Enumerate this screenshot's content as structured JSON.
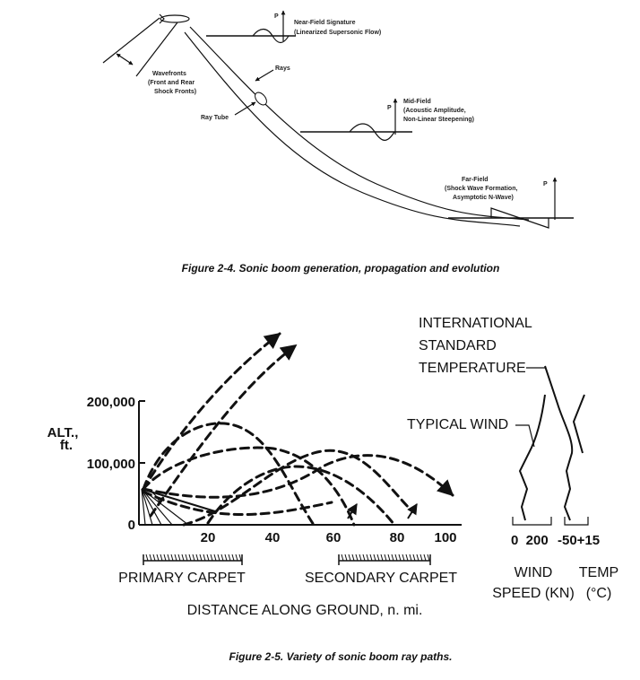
{
  "figure1": {
    "near_field": {
      "p": "P",
      "line1": "Near-Field Signature",
      "line2": "(Linearized Supersonic Flow)"
    },
    "wavefronts": {
      "line1": "Wavefronts",
      "line2": "(Front and Rear",
      "line3": "Shock Fronts)"
    },
    "rays": "Rays",
    "ray_tube": "Ray Tube",
    "mid_field": {
      "p": "P",
      "line1": "Mid-Field",
      "line2": "(Acoustic Amplitude,",
      "line3": "Non-Linear Steepening)"
    },
    "far_field": {
      "p": "P",
      "line1": "Far-Field",
      "line2": "(Shock Wave Formation,",
      "line3": "Asymptotic N-Wave)"
    },
    "caption": "Figure 2-4.  Sonic boom generation, propagation and evolution"
  },
  "figure2": {
    "alt_label_1": "ALT.,",
    "alt_label_2": "ft.",
    "y_ticks": [
      "200,000",
      "100,000",
      "0"
    ],
    "x_ticks": [
      "20",
      "40",
      "60",
      "80",
      "100"
    ],
    "primary_carpet": "PRIMARY CARPET",
    "secondary_carpet": "SECONDARY CARPET",
    "x_axis_label": "DISTANCE ALONG GROUND, n. mi.",
    "ist_line1": "INTERNATIONAL",
    "ist_line2": "STANDARD",
    "ist_line3": "TEMPERATURE",
    "typical_wind": "TYPICAL WIND",
    "wind_ticks": "0  200",
    "temp_ticks": "-50+15",
    "wind_speed_1": "WIND",
    "wind_speed_2": "SPEED (KN)",
    "temp_1": "TEMP",
    "temp_2": "(°C)",
    "caption": "Figure 2-5.  Variety of sonic boom ray paths."
  }
}
